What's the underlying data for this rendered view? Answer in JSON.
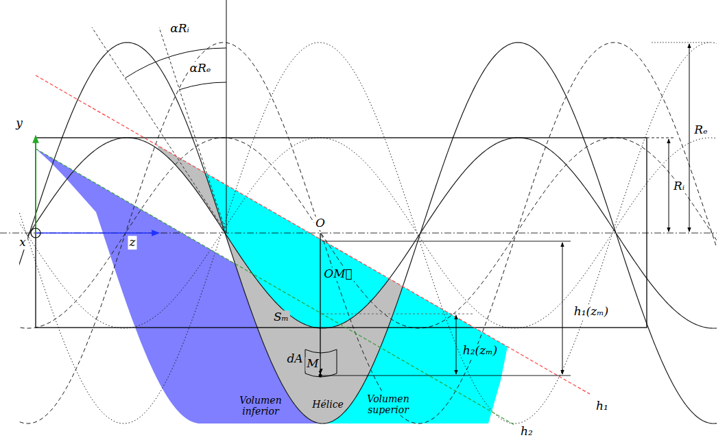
{
  "diagram": {
    "labels": [
      "αRᵢ",
      "αRₑ",
      "y",
      "x",
      "z",
      "O",
      "OM⃗",
      "Sₘ",
      "dA",
      "M",
      "h₁(zₘ)",
      "h₂(zₘ)",
      "h₁",
      "h₂",
      "Rₑ",
      "Rᵢ",
      "Volumen inferior",
      "Hélice",
      "Volumen superior"
    ]
  }
}
